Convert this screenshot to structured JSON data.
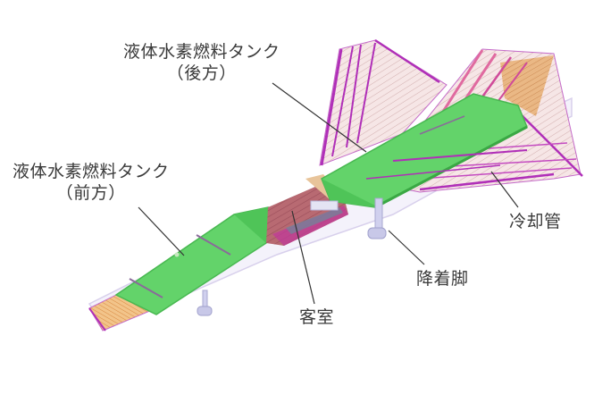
{
  "diagram": {
    "subject": "hydrogen-fuelled aircraft internal layout",
    "colors": {
      "tank_green": "#63d36a",
      "tank_green_dark": "#48b851",
      "wing_skin": "#f3dcdc",
      "wing_spar": "#b02fb8",
      "rib_orange": "#e0a060",
      "cabin_red": "#c06070",
      "cabin_magenta": "#c03a9a",
      "cabin_teal": "#6b8a9a",
      "gear": "#c8c8e8",
      "fuselage_outline": "#d8d0ec",
      "leader": "#333333",
      "text": "#3a3a3a"
    },
    "labels": {
      "rear_tank": {
        "line1": "液体水素燃料タンク",
        "line2": "（後方）"
      },
      "front_tank": {
        "line1": "液体水素燃料タンク",
        "line2": "（前方）"
      },
      "cooling_pipe": "冷却管",
      "landing_gear": "降着脚",
      "cabin": "客室"
    }
  }
}
